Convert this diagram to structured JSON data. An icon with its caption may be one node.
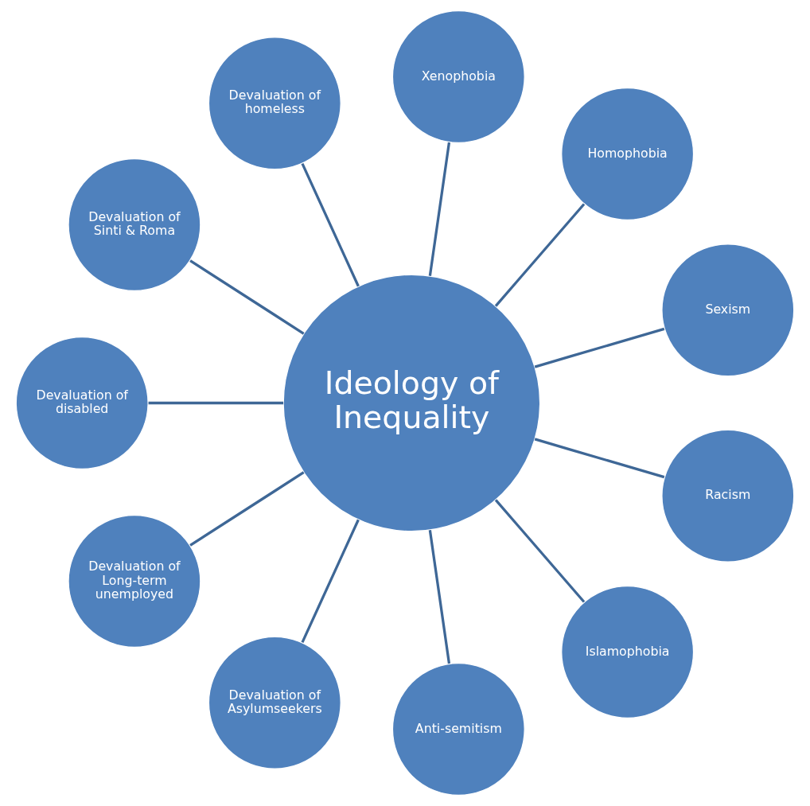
{
  "diagram": {
    "nodes": [
      {
        "text": [
          "Ideology of Inequality"
        ]
      },
      {
        "text": [
          "Sexism"
        ]
      },
      {
        "text": [
          "Homophobia"
        ]
      },
      {
        "text": [
          "Xenophobia"
        ]
      },
      {
        "text": [
          "Devaluation of homeless"
        ]
      },
      {
        "text": [
          "Devaluation of Sinti & Roma"
        ]
      },
      {
        "text": [
          "Devaluation of disabled"
        ]
      },
      {
        "text": [
          "Devaluation of Long-term unemployed"
        ]
      },
      {
        "text": [
          "Devaluation of Asylumseekers"
        ]
      },
      {
        "text": [
          "Anti-semitism"
        ]
      },
      {
        "text": [
          "Islamophobia"
        ]
      },
      {
        "text": [
          "Racism"
        ]
      }
    ],
    "edges": [
      {
        "from": 0,
        "to": 1,
        "arrow": "none"
      },
      {
        "from": 0,
        "to": 2,
        "arrow": "none"
      },
      {
        "from": 0,
        "to": 3,
        "arrow": "none"
      },
      {
        "from": 0,
        "to": 4,
        "arrow": "none"
      },
      {
        "from": 0,
        "to": 5,
        "arrow": "none"
      },
      {
        "from": 0,
        "to": 6,
        "arrow": "none"
      },
      {
        "from": 0,
        "to": 7,
        "arrow": "none"
      },
      {
        "from": 0,
        "to": 8,
        "arrow": "none"
      },
      {
        "from": 0,
        "to": 9,
        "arrow": "none"
      },
      {
        "from": 0,
        "to": 10,
        "arrow": "none"
      },
      {
        "from": 0,
        "to": 11,
        "arrow": "none"
      }
    ]
  }
}
